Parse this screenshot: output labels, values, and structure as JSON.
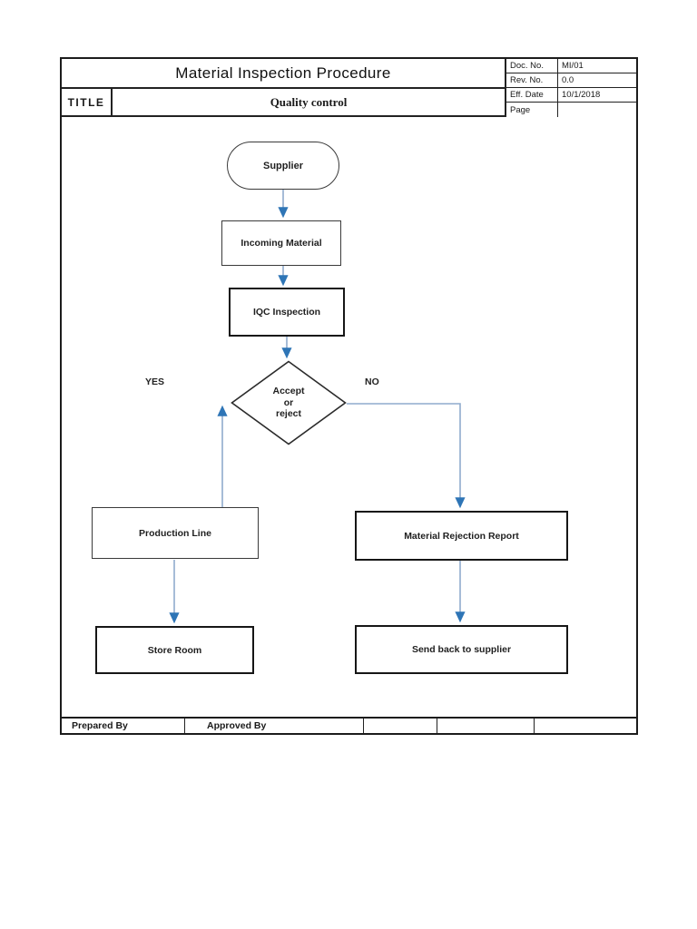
{
  "page": {
    "header": {
      "title": "Material Inspection Procedure",
      "title_label": "TITLE",
      "subtitle": "Quality control",
      "doc_info": [
        {
          "label": "Doc. No.",
          "value": "MI/01"
        },
        {
          "label": "Rev. No.",
          "value": "0.0"
        },
        {
          "label": "Eff. Date",
          "value": "10/1/2018"
        },
        {
          "label": "Page",
          "value": ""
        }
      ]
    },
    "footer": {
      "prepared_by_label": "Prepared By",
      "approved_by_label": "Approved By"
    }
  },
  "flowchart": {
    "nodes": {
      "supplier": "Supplier",
      "incoming_material": "Incoming Material",
      "iqc_inspection": "IQC Inspection",
      "production_line": "Production Line",
      "store_room": "Store Room",
      "material_rejection_report": "Material Rejection Report",
      "send_back_to_supplier": "Send back to supplier"
    },
    "decision_lines": [
      "Accept",
      "or",
      "reject"
    ],
    "branch_labels": {
      "yes": "YES",
      "no": "NO"
    },
    "colors": {
      "connector_line": "#8faccd",
      "arrowhead": "#2e75b6",
      "node_border": "#262626"
    }
  }
}
